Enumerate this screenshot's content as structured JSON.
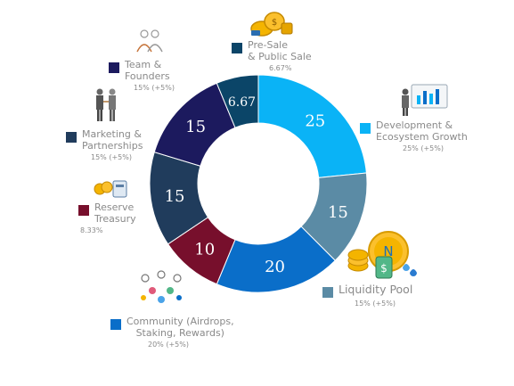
{
  "chart_data": {
    "type": "pie",
    "donut": true,
    "start_angle_deg": 0,
    "slices": [
      {
        "key": "dev",
        "value": 25,
        "label": "25",
        "color": "#0ab3f6",
        "name": "Development &\nEcosystem Growth",
        "pct": "25% (+5%)"
      },
      {
        "key": "liq",
        "value": 15,
        "label": "15",
        "color": "#5b8ba5",
        "name": "Liquidity Pool",
        "pct": "15% (+5%)"
      },
      {
        "key": "com",
        "value": 20,
        "label": "20",
        "color": "#0a6ec9",
        "name": "Community (Airdrops,\nStaking, Rewards)",
        "pct": "20% (+5%)"
      },
      {
        "key": "res",
        "value": 10,
        "label": "10",
        "color": "#770f2c",
        "name": "Reserve\nTreasury",
        "pct": "8.33%"
      },
      {
        "key": "mkt",
        "value": 15,
        "label": "15",
        "color": "#203c5c",
        "name": "Marketing &\nPartnerships",
        "pct": "15% (+5%)"
      },
      {
        "key": "team",
        "value": 15,
        "label": "15",
        "color": "#1c1a5e",
        "name": "Team &\nFounders",
        "pct": "15% (+5%)"
      },
      {
        "key": "pre",
        "value": 6.67,
        "label": "6.67",
        "color": "#0b4568",
        "name": "Pre-Sale\n& Public Sale",
        "pct": "6.67%"
      }
    ]
  }
}
